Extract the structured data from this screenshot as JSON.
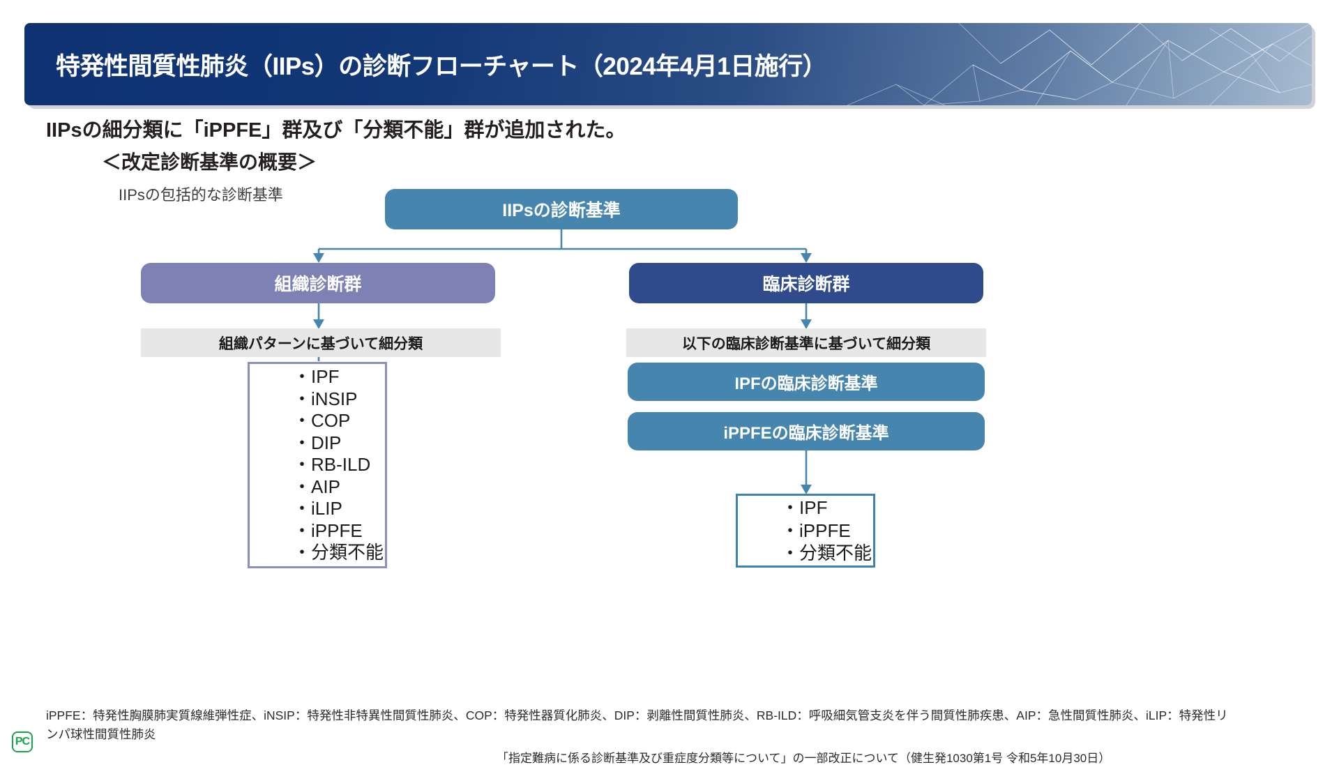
{
  "banner": {
    "title": "特発性間質性肺炎（IIPs）の診断フローチャート（2024年4月1日施行）",
    "bg_dark": "#0e3272",
    "bg_light": "#a8bbd1",
    "text_color": "#ffffff"
  },
  "lead": {
    "headline": "IIPsの細分類に「iPPFE」群及び「分類不能」群が追加された。",
    "subhead": "＜改定診断基準の概要＞",
    "subnote": "IIPsの包括的な診断基準"
  },
  "flow": {
    "root": {
      "label": "IIPsの診断基準",
      "color": "#4685ad"
    },
    "tissue": {
      "label": "組織診断群",
      "color": "#7d81b4",
      "criteria_bar": "組織パターンに基づいて細分類",
      "criteria_bar_color": "#e7e7e7",
      "outcome_border": "#8a8fc0",
      "outcomes": [
        "・IPF",
        "・iNSIP",
        "・COP",
        "・DIP",
        "・RB-ILD",
        "・AIP",
        "・iLIP",
        "・iPPFE",
        "・分類不能"
      ]
    },
    "clinical": {
      "label": "臨床診断群",
      "color": "#2f4b8c",
      "criteria_bar": "以下の臨床診断基準に基づいて細分類",
      "criteria_bar_color": "#e7e7e7",
      "criteria_boxes": [
        {
          "label": "IPFの臨床診断基準",
          "color": "#4685ad"
        },
        {
          "label": "iPPFEの臨床診断基準",
          "color": "#4685ad"
        }
      ],
      "outcome_border": "#3d83ad",
      "outcomes": [
        "・IPF",
        "・iPPFE",
        "・分類不能"
      ]
    },
    "connector_color": "#4685ad"
  },
  "footnote": {
    "abbreviations": "iPPFE：特発性胸膜肺実質線維弾性症、iNSIP：特発性非特異性間質性肺炎、COP：特発性器質化肺炎、DIP：剥離性間質性肺炎、RB-ILD：呼吸細気管支炎を伴う間質性肺疾患、AIP：急性間質性肺炎、iLIP：特発性リンパ球性間質性肺炎",
    "source": "「指定難病に係る診断基準及び重症度分類等について」の一部改正について（健生発1030第1号 令和5年10月30日）"
  },
  "logo": {
    "text": "PC",
    "color": "#18a64a"
  }
}
